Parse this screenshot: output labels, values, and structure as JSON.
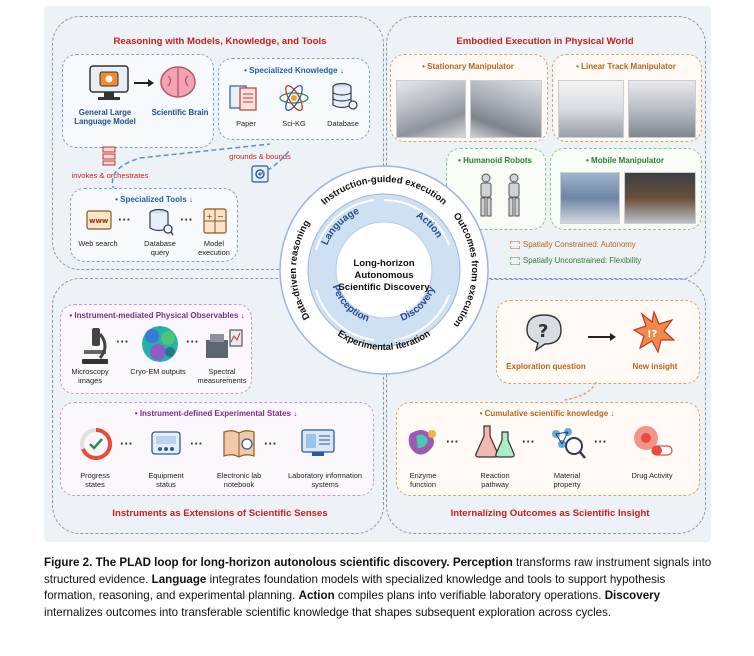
{
  "panels": {
    "reasoning": {
      "title": "Reasoning with Models, Knowledge, and Tools",
      "llm_label": "General Large Language Model",
      "brain_label": "Scientific Brain",
      "knowledge_title": "• Specialized Knowledge ↓",
      "knowledge_items": [
        "Paper",
        "Sci-KG",
        "Database"
      ],
      "invokes": "invokes & orchestrates",
      "grounds": "grounds & bounds",
      "tools_title": "• Specialized Tools ↓",
      "tools_items": [
        "Web search",
        "Database query",
        "Model execution"
      ]
    },
    "embodied": {
      "title": "Embodied Execution in Physical World",
      "stationary": "• Stationary Manipulator",
      "linear": "• Linear Track Manipulator",
      "humanoid": "• Humanoid Robots",
      "mobile": "• Mobile Manipulator",
      "legend_constrained": "Spatially Constrained: Autonomy",
      "legend_unconstrained": "Spatially Unconstrained: Flexibility"
    },
    "instruments": {
      "title": "Instruments as Extensions of Scientific Senses",
      "observables_title": "• Instrument-mediated Physical Observables ↓",
      "observables": [
        "Microscopy images",
        "Cryo-EM outputs",
        "Spectral measurements"
      ],
      "states_title": "• Instrument-defined Experimental States ↓",
      "states": [
        "Progress states",
        "Equipment status",
        "Electronic lab notebook",
        "Laboratory information systems"
      ]
    },
    "insight": {
      "title": "Internalizing Outcomes as Scientific Insight",
      "exploration": "Exploration question",
      "new_insight": "New insight",
      "knowledge_title": "• Cumulative scientific knowledge ↓",
      "knowledge_items": [
        "Enzyme function",
        "Reaction pathway",
        "Material property",
        "Drug Activity"
      ]
    }
  },
  "center": {
    "core": "Long-horizon Autonomous Scientific Discovery",
    "inner_labels": [
      "Language",
      "Action",
      "Discovery",
      "Perception"
    ],
    "outer_top": "Instruction-guided execution",
    "outer_right": "Outcomes from execution",
    "outer_bottom": "Experimental iteration",
    "outer_left": "Data-driven reasoning"
  },
  "caption": {
    "fig": "Figure 2.",
    "title": "The PLAD loop for long-horizon autonolous scientific discovery.",
    "k1": "Perception",
    "t1": " transforms raw instrument signals into structured evidence. ",
    "k2": "Language",
    "t2": " integrates foundation models with specialized knowledge and tools to support hypothesis formation, reasoning, and experimental planning. ",
    "k3": "Action",
    "t3": " compiles plans into verifiable laboratory operations. ",
    "k4": "Discovery",
    "t4": " internalizes outcomes into transferable scientific knowledge that shapes subsequent exploration across cycles."
  },
  "colors": {
    "title_red": "#c81e1e",
    "ring_blue": "#5b8fd0",
    "dash_gray": "#8696ad",
    "orange": "#e0a06a",
    "green": "#8cc08a"
  }
}
